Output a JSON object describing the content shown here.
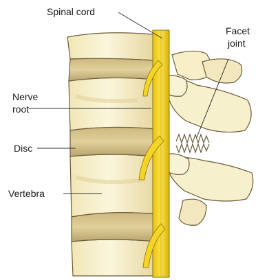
{
  "labels": {
    "spinal_cord": "Spinal cord",
    "facet_joint_line1": "Facet",
    "facet_joint_line2": "joint",
    "nerve_root_line1": "Nerve",
    "nerve_root_line2": "root",
    "disc": "Disc",
    "vertebra": "Vertebra"
  },
  "colors": {
    "bone": "#f6efc8",
    "bone_shade": "#e2d29a",
    "disc": "#d8c690",
    "disc_shade": "#b9a36a",
    "nerve": "#f2d21c",
    "nerve_outline": "#8a7410",
    "outline": "#6b5a3a",
    "leader_line": "#333333"
  }
}
